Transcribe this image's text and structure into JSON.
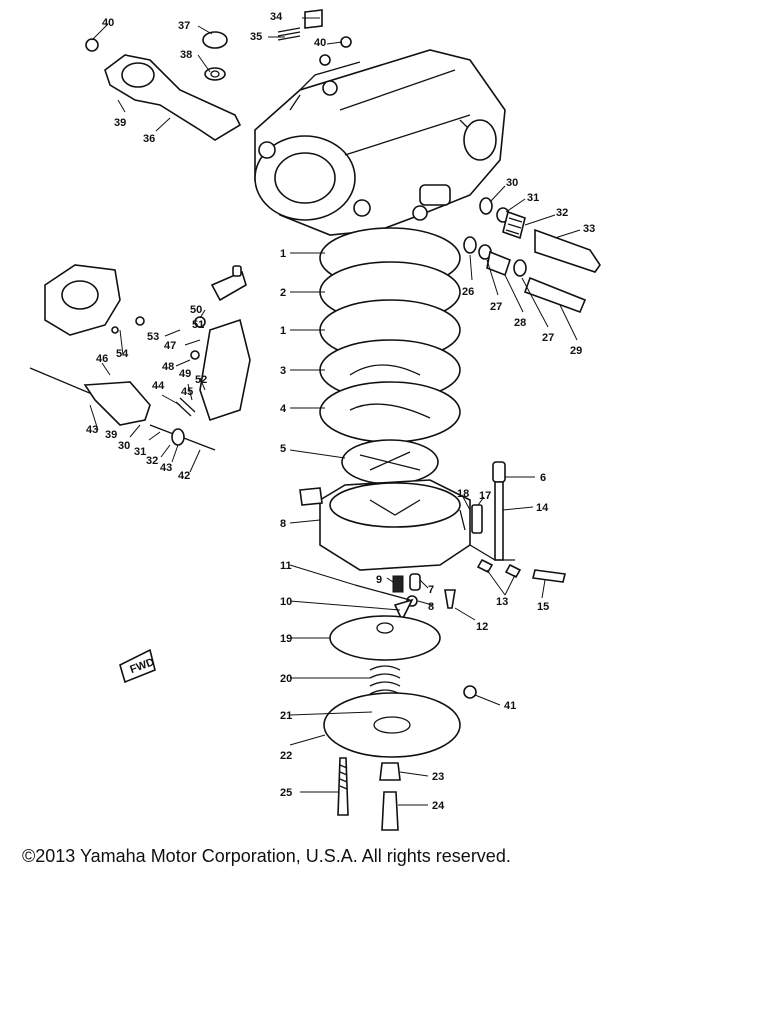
{
  "copyright": "©2013 Yamaha Motor Corporation, U.S.A. All rights reserved.",
  "fwd_marker": "FWD",
  "callouts": [
    "40",
    "37",
    "34",
    "35",
    "40",
    "38",
    "39",
    "36",
    "30",
    "31",
    "32",
    "33",
    "1",
    "2",
    "1",
    "3",
    "4",
    "5",
    "26",
    "27",
    "28",
    "27",
    "29",
    "50",
    "51",
    "53",
    "47",
    "54",
    "46",
    "48",
    "49",
    "52",
    "44",
    "45",
    "43",
    "39",
    "30",
    "31",
    "32",
    "43",
    "42",
    "6",
    "18",
    "17",
    "14",
    "8",
    "11",
    "9",
    "7",
    "13",
    "15",
    "10",
    "8",
    "12",
    "19",
    "20",
    "41",
    "21",
    "22",
    "23",
    "25",
    "24"
  ]
}
